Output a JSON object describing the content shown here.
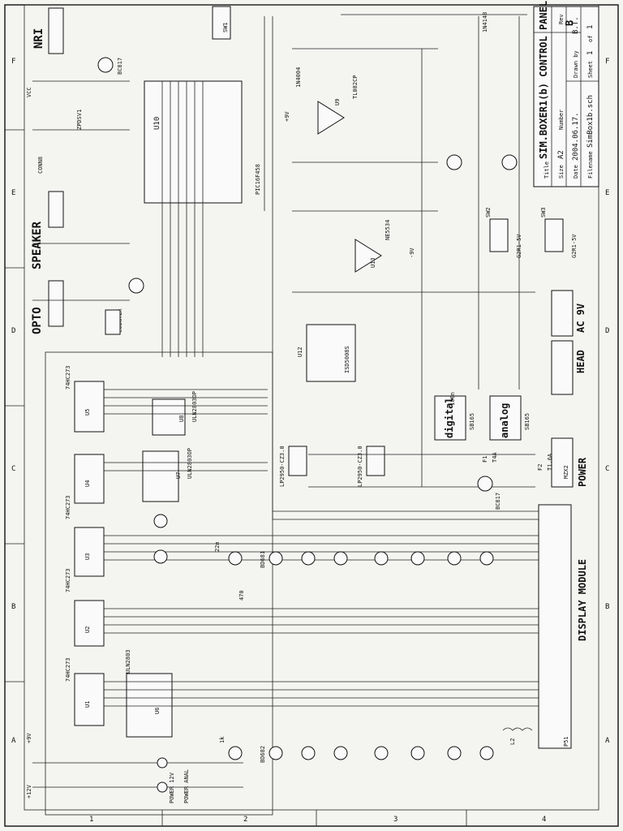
{
  "title_block": {
    "title_label": "Title",
    "title": "SIM.BOXER1(b) CONTROL PANEL",
    "size_label": "Size",
    "size": "A2",
    "number_label": "Number",
    "rev_label": "Rev",
    "rev": "B",
    "date_label": "Date",
    "date": "2004.06.17.",
    "drawn_label": "Drawn by",
    "drawn_by": "B.T.",
    "filename_label": "Filename",
    "filename": "SimBox1b.sch",
    "sheet_label": "Sheet",
    "sheet": "1",
    "of_label": "of",
    "of": "1"
  },
  "grid": {
    "rows": [
      "A",
      "B",
      "C",
      "D",
      "E",
      "F"
    ],
    "cols": [
      "1",
      "2",
      "3",
      "4"
    ]
  },
  "sections": {
    "nri": "NRI",
    "speaker": "SPEAKER",
    "opto": "OPTO",
    "counter": "COUNTER",
    "display_module": "DISPLAY MODULE",
    "power": "POWER",
    "head": "HEAD",
    "ac9v": "AC 9V",
    "conn": "CONN8"
  },
  "chips": {
    "u10": "U10",
    "u10_part": "PIC16F458",
    "u9": "U9",
    "u9_part": "TL082CP",
    "u13": "U13",
    "u13_part": "NE5534",
    "u12": "U12",
    "u12_part": "ISD5008S",
    "u8": "U8",
    "u8_part": "ULN2803OP",
    "u7": "U7",
    "u7_part": "ULN2803OP",
    "u6": "U6",
    "u6_part": "ULN2803",
    "u5": "U5",
    "u4": "U4",
    "u3": "U3",
    "u2": "U2",
    "u1": "U1",
    "latch_part": "74HC273",
    "u11_part": "LP2950-CZ3.0",
    "u15_part": "LP2950-CZ3.0",
    "d10": "digital",
    "d14": "analog",
    "sb165": "SB165"
  },
  "labels": {
    "vcc": "VCC",
    "p12v": "+12V",
    "p9v": "+9V",
    "m9v": "-9V",
    "zpdsv1": "ZPDSV1",
    "bc817": "BC817",
    "bd681": "BD681",
    "bd682": "BD682",
    "in4148": "1N4148",
    "in4004": "1N4004",
    "power12v": "POWER 12V",
    "poweranal": "POWER ANAL",
    "r470": "470",
    "r1k": "1k",
    "c22n": "22n",
    "c100n": "100n",
    "l2": "L2",
    "p51": "P51",
    "mzx2": "MZX2",
    "sw1": "SW1",
    "sw2": "SW2",
    "sw3": "SW3",
    "g2r": "G2R1-5V",
    "f1": "F1",
    "t4a": "T4A",
    "f2": "F2",
    "t16a": "T1.6A"
  }
}
